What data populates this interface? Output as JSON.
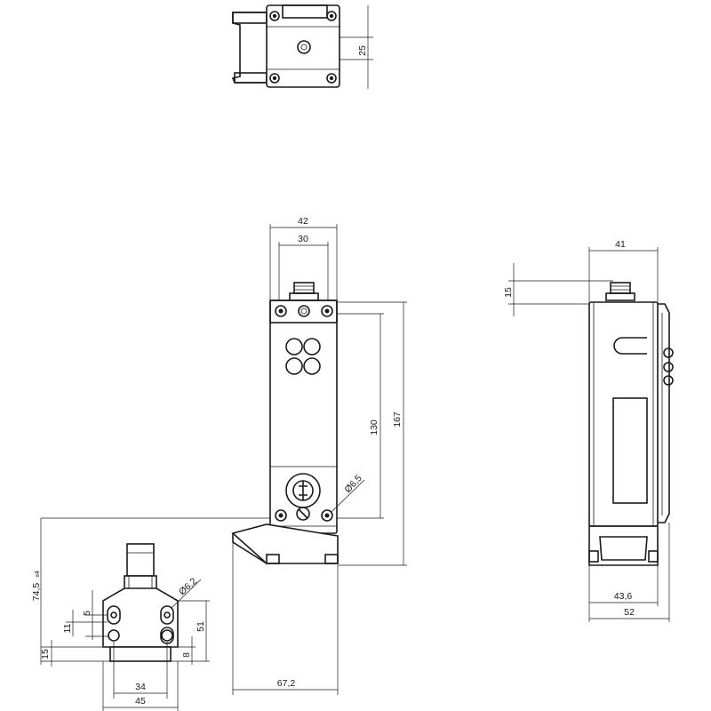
{
  "labels": {
    "top_25": "25",
    "front_42": "42",
    "front_30": "30",
    "front_130": "130",
    "front_167": "167",
    "front_hole": "Ø6,5",
    "front_672": "67,2",
    "side_41": "41",
    "side_15": "15",
    "side_436": "43,6",
    "side_52": "52",
    "act_745": "74,5",
    "act_tol": "±4",
    "act_hole": "Ø6,2",
    "act_5": "5",
    "act_11": "11",
    "act_15": "15",
    "act_51": "51",
    "act_8": "8",
    "act_34": "34",
    "act_45": "45"
  }
}
